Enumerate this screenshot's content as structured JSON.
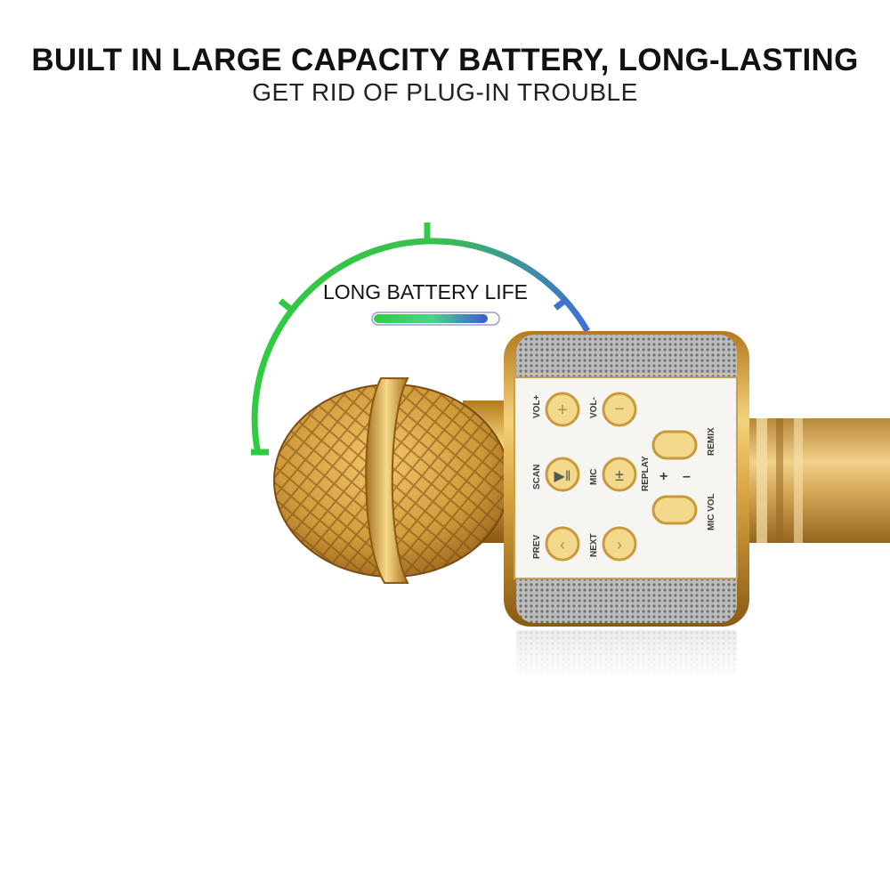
{
  "header": {
    "title": "BUILT IN LARGE CAPACITY BATTERY, LONG-LASTING",
    "subtitle": "GET RID OF PLUG-IN TROUBLE"
  },
  "battery_indicator": {
    "label": "LONG BATTERY LIFE",
    "arc_colors": [
      "#2ecc40",
      "#3f7fd6"
    ]
  },
  "microphone": {
    "color": "#d9a441",
    "buttons": {
      "vol_up": "VOL+",
      "vol_down": "VOL-",
      "scan": "SCAN",
      "mic": "MIC",
      "prev": "PREV",
      "next": "NEXT",
      "replay": "REPLAY",
      "plus": "+",
      "minus": "–",
      "remix": "REMIX",
      "mic_vol": "MIC VOL"
    }
  }
}
